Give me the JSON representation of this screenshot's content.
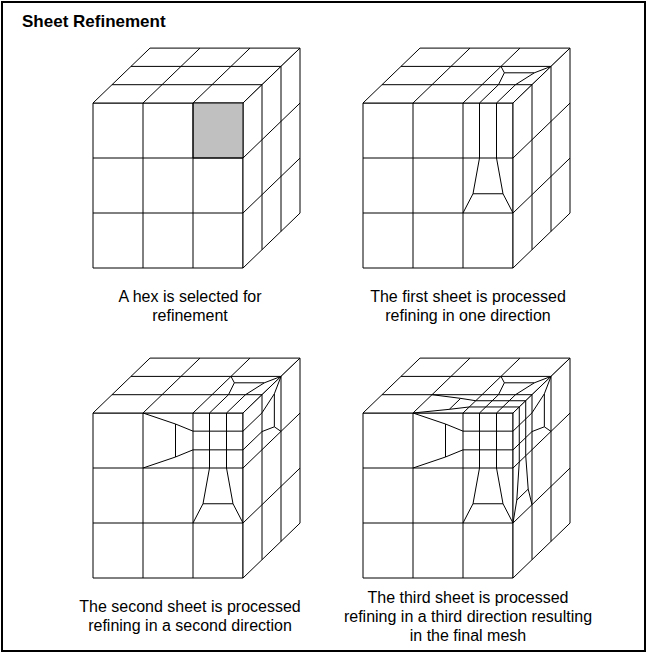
{
  "diagram": {
    "title": "Sheet Refinement",
    "labels": [
      "A hex is selected for refinement",
      "The first sheet is processed refining in one direction",
      "The second sheet is processed refining in a second direction",
      "The third sheet is processed refining in a third direction resulting in the final mesh"
    ]
  }
}
